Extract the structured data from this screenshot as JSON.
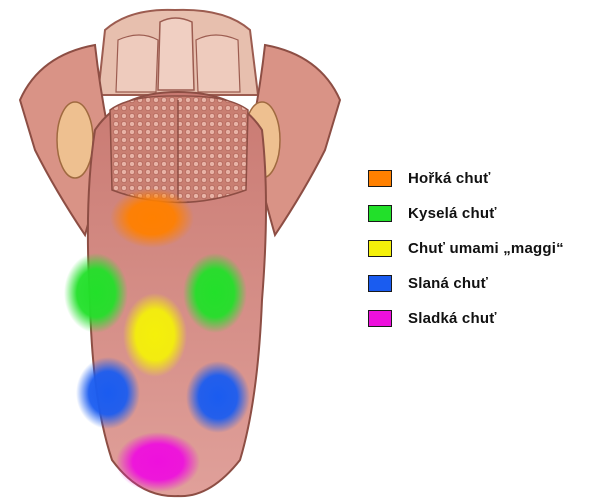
{
  "colors": {
    "bitter": "#ff8000",
    "sour": "#22e02a",
    "umami": "#f4f00a",
    "salty": "#1a5cf0",
    "sweet": "#ee10dd",
    "tongue_flesh": "#d98a8a",
    "tongue_dark": "#b55a5a",
    "throat_tissue": "#e6b8a8"
  },
  "legend": {
    "items": [
      {
        "key": "bitter",
        "label": "Hořká chuť",
        "color": "#ff8000"
      },
      {
        "key": "sour",
        "label": "Kyselá chuť",
        "color": "#22e02a"
      },
      {
        "key": "umami",
        "label": "Chuť umami „maggi“",
        "color": "#f4f00a"
      },
      {
        "key": "salty",
        "label": "Slaná chuť",
        "color": "#1a5cf0"
      },
      {
        "key": "sweet",
        "label": "Sladká chuť",
        "color": "#ee10dd"
      }
    ]
  }
}
